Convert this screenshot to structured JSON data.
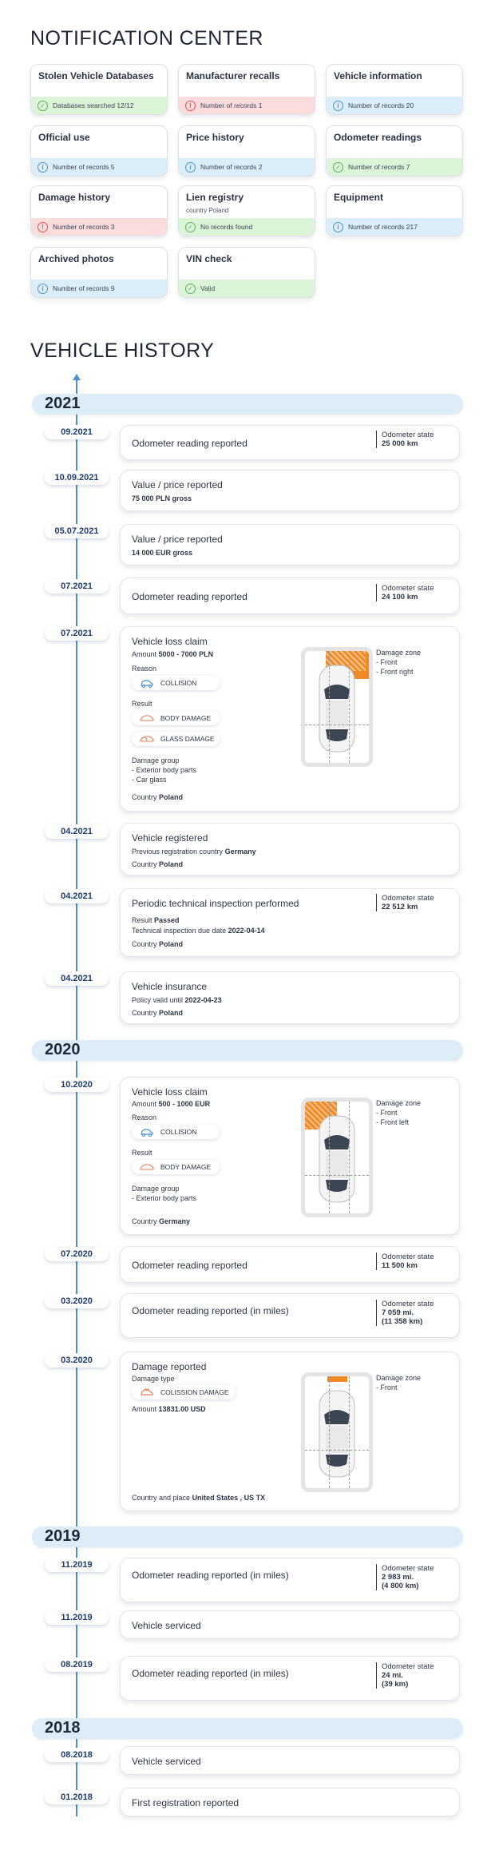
{
  "notification_center": {
    "title": "NOTIFICATION CENTER",
    "tiles": [
      {
        "title": "Stolen Vehicle Databases",
        "sub": "",
        "status": "Databases searched 12/12",
        "color": "green",
        "icon": "check-circle-icon"
      },
      {
        "title": "Manufacturer recalls",
        "sub": "",
        "status": "Number of records 1",
        "color": "red",
        "icon": "alert-circle-icon"
      },
      {
        "title": "Vehicle information",
        "sub": "",
        "status": "Number of records 20",
        "color": "blue",
        "icon": "info-circle-icon"
      },
      {
        "title": "Official use",
        "sub": "",
        "status": "Number of records 5",
        "color": "blue",
        "icon": "info-circle-icon"
      },
      {
        "title": "Price history",
        "sub": "",
        "status": "Number of records 2",
        "color": "blue",
        "icon": "info-circle-icon"
      },
      {
        "title": "Odometer readings",
        "sub": "",
        "status": "Number of records 7",
        "color": "green",
        "icon": "check-circle-icon"
      },
      {
        "title": "Damage history",
        "sub": "",
        "status": "Number of records 3",
        "color": "red",
        "icon": "alert-circle-icon"
      },
      {
        "title": "Lien registry",
        "sub": "country Poland",
        "status": "No records found",
        "color": "green",
        "icon": "check-circle-icon"
      },
      {
        "title": "Equipment",
        "sub": "",
        "status": "Number of records 217",
        "color": "blue",
        "icon": "info-circle-icon"
      },
      {
        "title": "Archived photos",
        "sub": "",
        "status": "Number of records 9",
        "color": "blue",
        "icon": "info-circle-icon"
      },
      {
        "title": "VIN check",
        "sub": "",
        "status": "Valid",
        "color": "green",
        "icon": "check-circle-icon"
      }
    ]
  },
  "vehicle_history": {
    "title": "VEHICLE HISTORY",
    "years": [
      "2021",
      "2020",
      "2019",
      "2018"
    ],
    "labels": {
      "odometer_state": "Odometer state",
      "damage_zone": "Damage zone",
      "reason": "Reason",
      "result": "Result",
      "damage_group": "Damage group",
      "damage_type": "Damage type"
    },
    "events": [
      {
        "date": "09.2021",
        "title": "Odometer reading reported",
        "odo": "25 000 km"
      },
      {
        "date": "10.09.2021",
        "title": "Value / price reported",
        "line": "75 000 PLN gross"
      },
      {
        "date": "05.07.2021",
        "title": "Value / price reported",
        "line": "14 000 EUR gross"
      },
      {
        "date": "07.2021",
        "title": "Odometer reading reported",
        "odo": "24 100 km"
      },
      {
        "date": "07.2021",
        "title": "Vehicle loss claim",
        "amount_label": "Amount",
        "amount": "5000 - 7000 PLN",
        "reason": "COLLISION",
        "results": [
          "BODY DAMAGE",
          "GLASS DAMAGE"
        ],
        "groups": [
          "- Exterior body parts",
          "- Car glass"
        ],
        "country_label": "Country",
        "country": "Poland",
        "zones": [
          "- Front",
          "- Front right"
        ]
      },
      {
        "date": "04.2021",
        "title": "Vehicle registered",
        "prev_label": "Previous registration country",
        "prev": "Germany",
        "country_label": "Country",
        "country": "Poland"
      },
      {
        "date": "04.2021",
        "title": "Periodic technical inspection performed",
        "result_label": "Result",
        "result": "Passed",
        "due_label": "Technical inspection due date",
        "due": "2022-04-14",
        "country_label": "Country",
        "country": "Poland",
        "odo": "22 512 km"
      },
      {
        "date": "04.2021",
        "title": "Vehicle insurance",
        "policy_label": "Policy valid until",
        "policy": "2022-04-23",
        "country_label": "Country",
        "country": "Poland"
      },
      {
        "date": "10.2020",
        "title": "Vehicle loss claim",
        "amount_label": "Amount",
        "amount": "500 - 1000 EUR",
        "reason": "COLLISION",
        "results": [
          "BODY DAMAGE"
        ],
        "groups": [
          "- Exterior body parts"
        ],
        "country_label": "Country",
        "country": "Germany",
        "zones": [
          "- Front",
          "- Front left"
        ]
      },
      {
        "date": "07.2020",
        "title": "Odometer reading reported",
        "odo": "11 500 km"
      },
      {
        "date": "03.2020",
        "title": "Odometer reading reported (in miles)",
        "odo": "7 059 mi.",
        "odo2": "(11 358 km)"
      },
      {
        "date": "03.2020",
        "title": "Damage reported",
        "type": "COLISSION DAMAGE",
        "amount_label": "Amount",
        "amount": "13831.00 USD",
        "country_label": "Country and place",
        "country": "United States , US TX",
        "zones": [
          "- Front"
        ]
      },
      {
        "date": "11.2019",
        "title": "Odometer reading reported (in miles)",
        "odo": "2 983 mi.",
        "odo2": "(4 800 km)"
      },
      {
        "date": "11.2019",
        "title": "Vehicle serviced"
      },
      {
        "date": "08.2019",
        "title": "Odometer reading reported (in miles)",
        "odo": "24 mi.",
        "odo2": "(39 km)"
      },
      {
        "date": "08.2018",
        "title": "Vehicle serviced"
      },
      {
        "date": "01.2018",
        "title": "First registration reported"
      }
    ]
  },
  "colors": {
    "accent": "#4a8fd0",
    "year_bar": "#dcedf8",
    "green": "#dcf5d8",
    "red": "#fbdcdc",
    "blue": "#dbeefa",
    "damage_orange": "#f08a24"
  }
}
